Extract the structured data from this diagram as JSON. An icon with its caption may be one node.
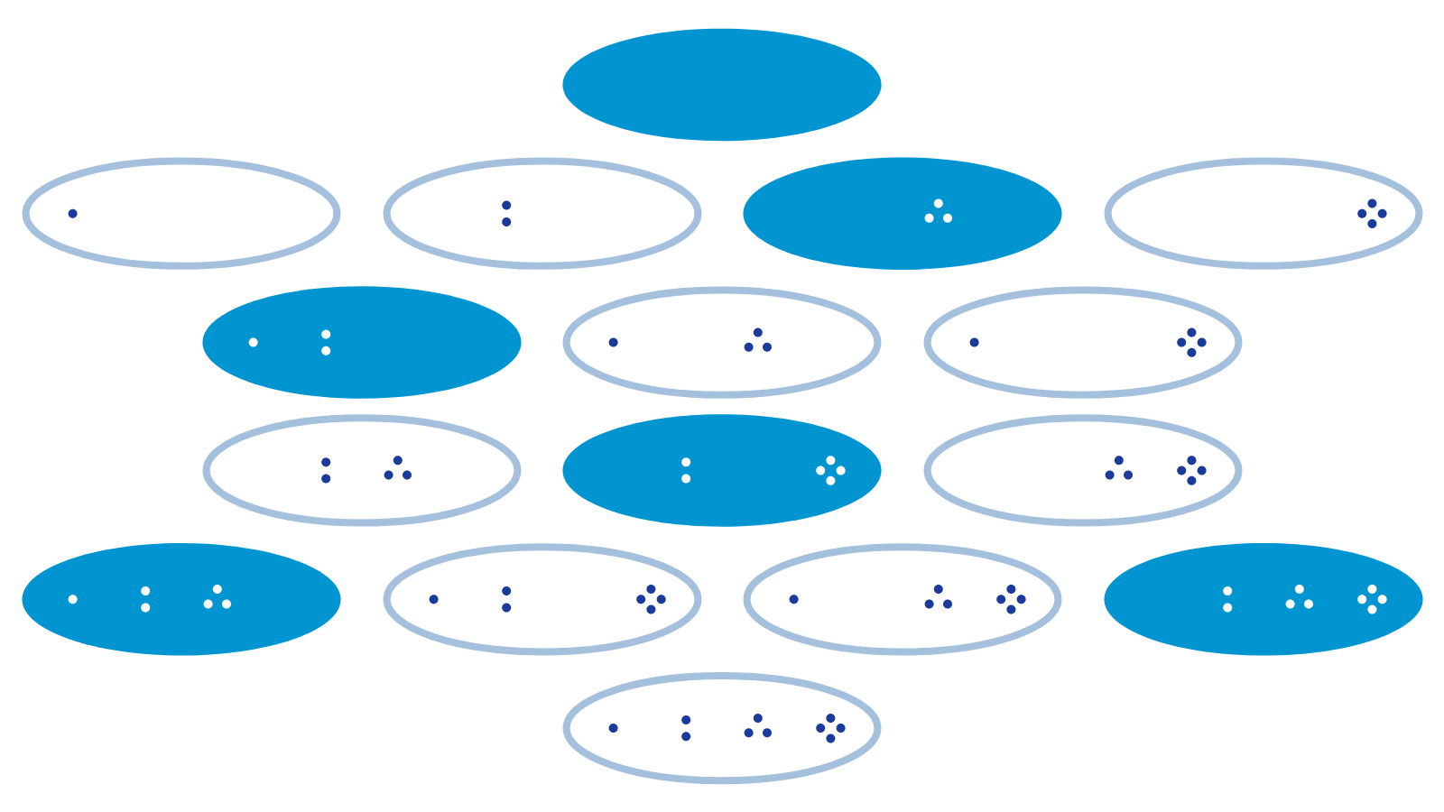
{
  "diagram": {
    "nodes": [
      {
        "text": [],
        "shape": "ellipse"
      },
      {
        "text": [],
        "shape": "ellipse"
      },
      {
        "text": [],
        "shape": "ellipse"
      },
      {
        "text": [],
        "shape": "ellipse"
      },
      {
        "text": [],
        "shape": "ellipse"
      },
      {
        "text": [],
        "shape": "ellipse"
      },
      {
        "text": [],
        "shape": "ellipse"
      },
      {
        "text": [],
        "shape": "ellipse"
      },
      {
        "text": [],
        "shape": "ellipse"
      },
      {
        "text": [],
        "shape": "ellipse"
      },
      {
        "text": [],
        "shape": "ellipse"
      },
      {
        "text": [],
        "shape": "ellipse"
      },
      {
        "text": [],
        "shape": "ellipse"
      },
      {
        "text": [],
        "shape": "ellipse"
      },
      {
        "text": [],
        "shape": "ellipse"
      },
      {
        "text": [],
        "shape": "ellipse"
      }
    ]
  }
}
